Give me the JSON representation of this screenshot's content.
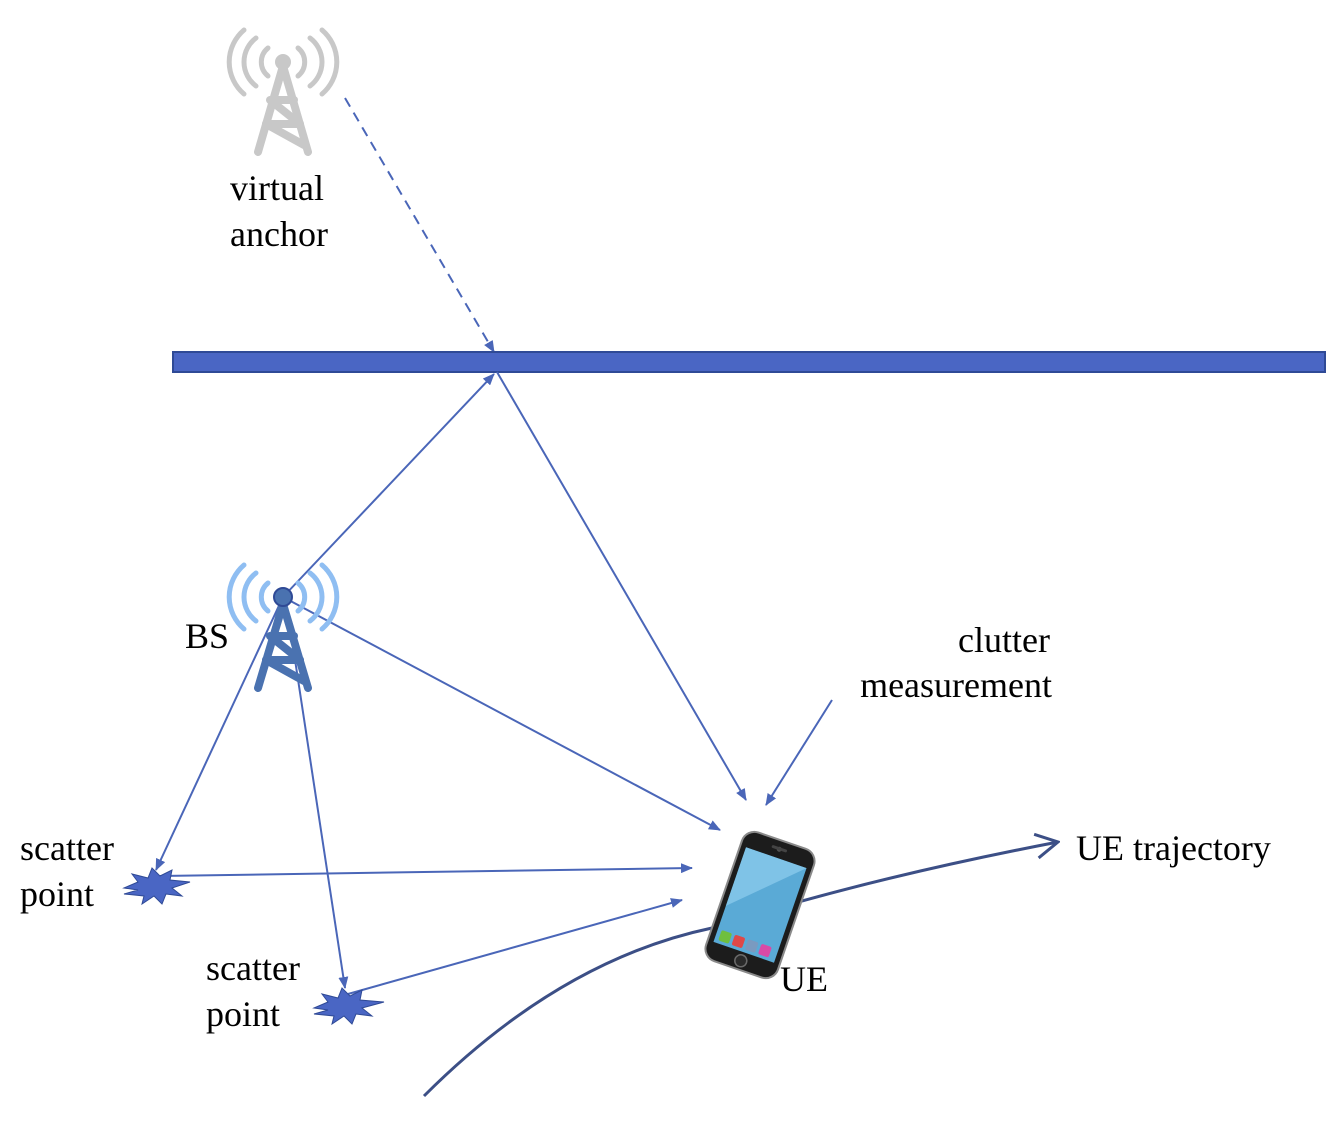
{
  "labels": {
    "virtual_anchor_line1": "virtual",
    "virtual_anchor_line2": "anchor",
    "bs": "BS",
    "clutter_line1": "clutter",
    "clutter_line2": "measurement",
    "scatter1_line1": "scatter",
    "scatter1_line2": "point",
    "scatter2_line1": "scatter",
    "scatter2_line2": "point",
    "ue": "UE",
    "trajectory": "UE trajectory"
  },
  "icons": {
    "virtual_anchor": "cell-tower-icon",
    "base_station": "cell-tower-icon",
    "ue": "smartphone-icon",
    "scatter": "starburst-icon"
  },
  "colors": {
    "arrow": "#4a66b8",
    "wall_fill": "#4a66c4",
    "wall_stroke": "#2f4a96",
    "tower": "#4a72b0",
    "tower_waves": "#8fbef2",
    "virtual_tower": "#c8c8c8",
    "scatter": "#4a66c4",
    "trajectory": "#3c4f86"
  }
}
